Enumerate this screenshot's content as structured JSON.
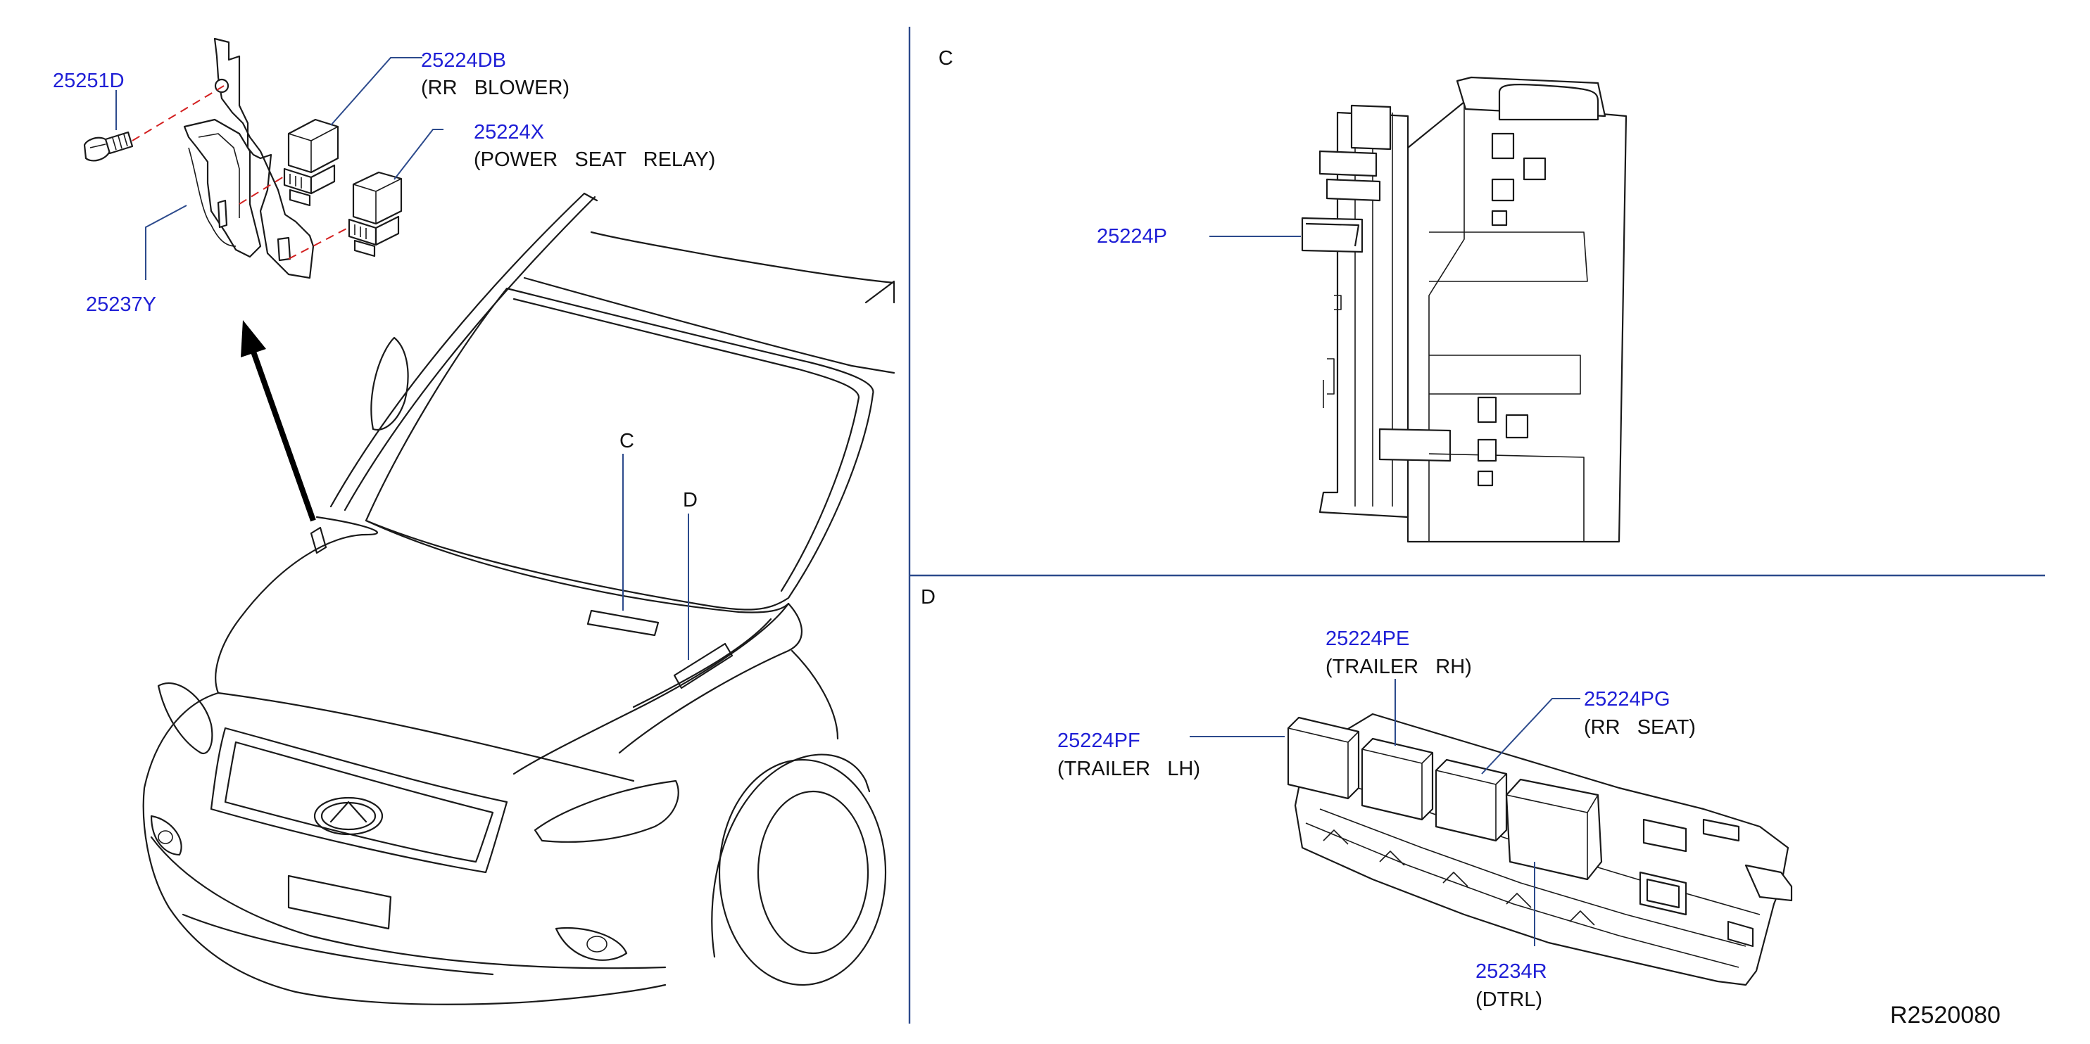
{
  "colors": {
    "part_number": "#1f1fd6",
    "leader": "#2c4a8c",
    "line": "#1a1a1a",
    "hidden_line": "#d32020"
  },
  "sections": {
    "c": "C",
    "d": "D"
  },
  "callouts": {
    "c": "C",
    "d": "D",
    "p25251d": "25251D",
    "p25224db": "25224DB",
    "p25224db_desc": "(RR   BLOWER)",
    "p25224x": "25224X",
    "p25224x_desc": "(POWER   SEAT   RELAY)",
    "p25237y": "25237Y",
    "p25224p": "25224P",
    "p25224pe": "25224PE",
    "p25224pe_desc": "(TRAILER   RH)",
    "p25224pg": "25224PG",
    "p25224pg_desc": "(RR   SEAT)",
    "p25224pf": "25224PF",
    "p25224pf_desc": "(TRAILER   LH)",
    "p25234r": "25234R",
    "p25234r_desc": "(DTRL)"
  },
  "reference_code": "R2520080"
}
